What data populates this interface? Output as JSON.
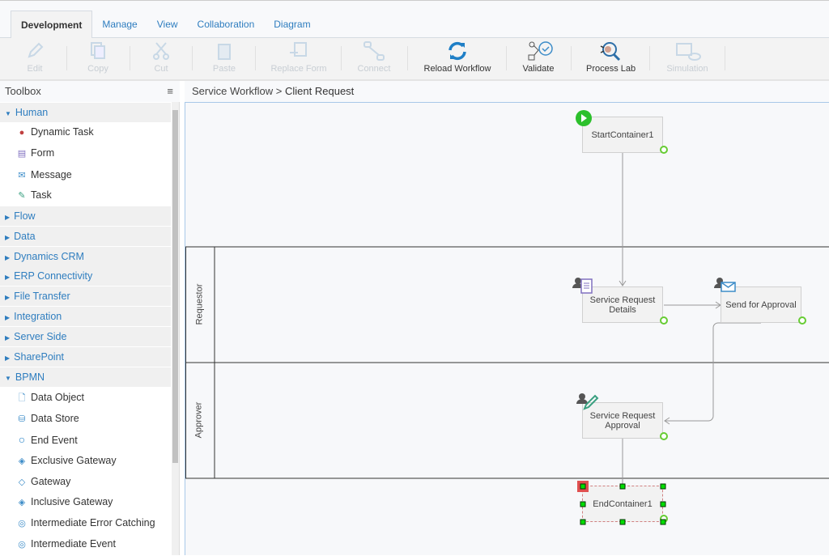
{
  "tabs": [
    {
      "label": "Development"
    },
    {
      "label": "Manage"
    },
    {
      "label": "View"
    },
    {
      "label": "Collaboration"
    },
    {
      "label": "Diagram"
    }
  ],
  "toolbar": {
    "edit": "Edit",
    "copy": "Copy",
    "cut": "Cut",
    "paste": "Paste",
    "replace_form": "Replace Form",
    "connect": "Connect",
    "reload": "Reload Workflow",
    "validate": "Validate",
    "process_lab": "Process Lab",
    "simulation": "Simulation"
  },
  "toolbox": {
    "title": "Toolbox",
    "menu_icon": "hamburger-icon",
    "human": {
      "label": "Human",
      "items": [
        "Dynamic Task",
        "Form",
        "Message",
        "Task"
      ]
    },
    "categories": [
      "Flow",
      "Data",
      "Dynamics CRM",
      "ERP Connectivity",
      "File Transfer",
      "Integration",
      "Server Side",
      "SharePoint"
    ],
    "bpmn": {
      "label": "BPMN",
      "items": [
        "Data Object",
        "Data Store",
        "End Event",
        "Exclusive Gateway",
        "Gateway",
        "Inclusive Gateway",
        "Intermediate Error Catching",
        "Intermediate Event"
      ]
    }
  },
  "breadcrumb": {
    "parent": "Service Workflow",
    "sep": " > ",
    "current": "Client Request"
  },
  "diagram": {
    "lanes": [
      "Requestor",
      "Approver"
    ],
    "nodes": {
      "start": "StartContainer1",
      "details": "Service Request Details",
      "send": "Send for Approval",
      "approval": "Service Request Approval",
      "end": "EndContainer1"
    }
  },
  "colors": {
    "accent": "#2e7dbf",
    "port": "#66cc33",
    "selection": "#00cc00"
  }
}
